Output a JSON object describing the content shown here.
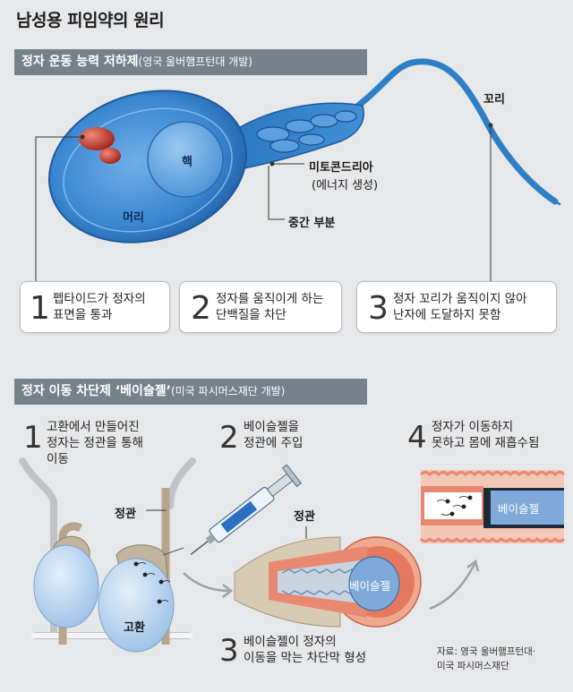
{
  "header": {
    "title": "남성용 피임약의 원리"
  },
  "section1": {
    "title": "정자 운동 능력 저하제",
    "subtitle": "(영국 울버햄프턴대 개발)",
    "labels": {
      "tail": "꼬리",
      "nucleus": "핵",
      "head": "머리",
      "mito": "미토콘드리아",
      "mito_sub": "(에너지 생성)",
      "midpiece": "중간 부분"
    },
    "boxes": [
      {
        "num": "1",
        "line1": "펩타이드가 정자의",
        "line2": "표면을 통과"
      },
      {
        "num": "2",
        "line1": "정자를 움직이게 하는",
        "line2": "단백질을 차단"
      },
      {
        "num": "3",
        "line1": "정자 꼬리가 움직이지 않아",
        "line2": "난자에 도달하지 못함"
      }
    ]
  },
  "section2": {
    "title": "정자 이동 차단제 ‘베이슬젤’",
    "subtitle": "(미국 파시머스재단 개발)",
    "steps": [
      {
        "num": "1",
        "line1": "고환에서 만들어진",
        "line2": "정자는 정관을 통해",
        "line3": "이동"
      },
      {
        "num": "2",
        "line1": "베이슬젤을",
        "line2": "정관에 주입"
      },
      {
        "num": "3",
        "line1": "베이슬젤이 정자의",
        "line2": "이동을 막는 차단막 형성"
      },
      {
        "num": "4",
        "line1": "정자가 이동하지",
        "line2": "못하고 몸에 재흡수됨"
      }
    ],
    "labels": {
      "vas1": "정관",
      "vas2": "정관",
      "testis": "고환",
      "gel": "베이슬젤",
      "gel2": "베이슬젤"
    }
  },
  "source": {
    "line1": "자료: 영국 울버햄프턴대·",
    "line2": "미국 파시머스재단"
  },
  "colors": {
    "sperm_blue": "#2f7fc6",
    "bar": "#77818c",
    "vas_pink": "#e98870",
    "gel_blue": "#7fa9d8"
  }
}
